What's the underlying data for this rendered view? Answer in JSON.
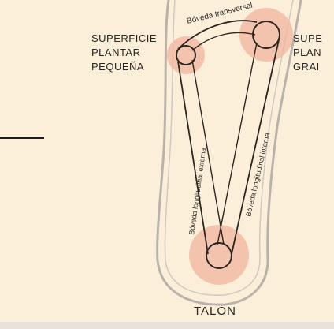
{
  "labels": {
    "small_surface": [
      "SUPERFICIE",
      "PLANTAR",
      "PEQUEÑA"
    ],
    "large_surface": [
      "SUPE",
      "PLAN",
      "GRAI"
    ],
    "heel": "TALÓN"
  },
  "arch_labels": {
    "transverse": "Bóveda transversal",
    "external": "Bóveda longitudinal externa",
    "internal": "Bóveda longitudinal interna"
  },
  "colors": {
    "background": "#fcefd9",
    "highlight": "#f2b49d",
    "line": "#2a2622",
    "outline": "#b9b3ab"
  }
}
